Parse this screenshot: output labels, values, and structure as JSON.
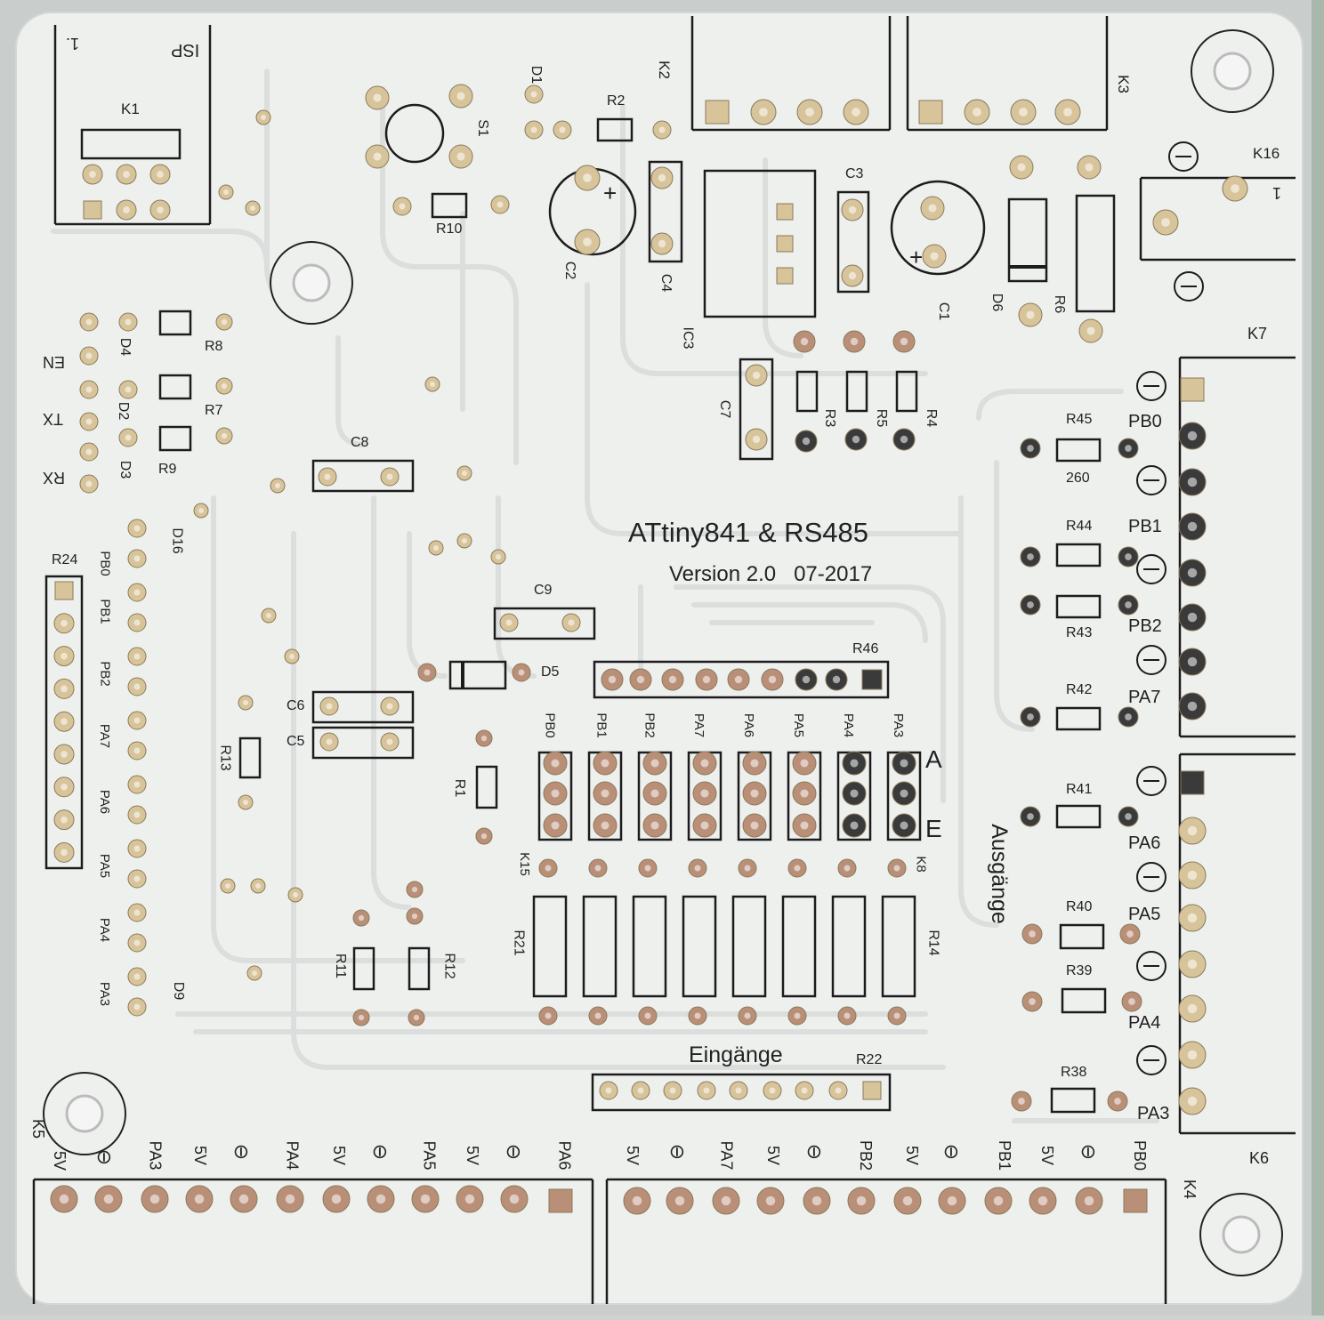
{
  "board": {
    "title": "ATtiny841 & RS485",
    "version": "Version 2.0   07-2017",
    "inputs_label": "Eingänge",
    "outputs_label": "Ausgänge",
    "isp_label": "ISP",
    "pin1_label": "1.",
    "k16_pin1": "1"
  },
  "refs": {
    "K1": "K1",
    "K2": "K2",
    "K3": "K3",
    "K4": "K4",
    "K5": "K5",
    "K6": "K6",
    "K7": "K7",
    "K8": "K8",
    "K15": "K15",
    "K16": "K16",
    "D1": "D1",
    "D2": "D2",
    "D3": "D3",
    "D4": "D4",
    "D5": "D5",
    "D6": "D6",
    "D9": "D9",
    "D16": "D16",
    "S1": "S1",
    "C1": "C1",
    "C2": "C2",
    "C3": "C3",
    "C4": "C4",
    "C5": "C5",
    "C6": "C6",
    "C7": "C7",
    "C8": "C8",
    "C9": "C9",
    "IC3": "IC3",
    "R1": "R1",
    "R2": "R2",
    "R3": "R3",
    "R4": "R4",
    "R5": "R5",
    "R6": "R6",
    "R7": "R7",
    "R8": "R8",
    "R9": "R9",
    "R10": "R10",
    "R11": "R11",
    "R12": "R12",
    "R13": "R13",
    "R14": "R14",
    "R21": "R21",
    "R22": "R22",
    "R24": "R24",
    "R38": "R38",
    "R39": "R39",
    "R40": "R40",
    "R41": "R41",
    "R42": "R42",
    "R43": "R43",
    "R44": "R44",
    "R45": "R45",
    "R46": "R46",
    "val260": "260"
  },
  "leds": {
    "en": "EN",
    "tx": "TX",
    "rx": "RX"
  },
  "jumpers": {
    "a": "A",
    "e": "E",
    "ports": [
      "PB0",
      "PB1",
      "PB2",
      "PA7",
      "PA6",
      "PA5",
      "PA4",
      "PA3"
    ]
  },
  "left_port_labels": [
    "PB0",
    "PB1",
    "PB2",
    "PA7",
    "PA6",
    "PA5",
    "PA4",
    "PA3"
  ],
  "k7_labels": [
    "PB0",
    "PB1",
    "PB2",
    "PA7"
  ],
  "k6_labels": [
    "PA6",
    "PA5",
    "PA4",
    "PA3"
  ],
  "k5_labels": [
    "5V",
    "⊖",
    "PA3",
    "5V",
    "⊖",
    "PA4",
    "5V",
    "⊖",
    "PA5",
    "5V",
    "⊖",
    "PA6"
  ],
  "k4_labels": [
    "5V",
    "⊖",
    "PA7",
    "5V",
    "⊖",
    "PB2",
    "5V",
    "⊖",
    "PB1",
    "5V",
    "⊖",
    "PB0"
  ],
  "colors": {
    "board": "#eef0ee",
    "silk": "#1c1c1c",
    "pad_gold": "#d8c49a",
    "pad_copper": "#b98f78",
    "pad_black": "#3a3a3a",
    "trace": "#d9dcda"
  }
}
